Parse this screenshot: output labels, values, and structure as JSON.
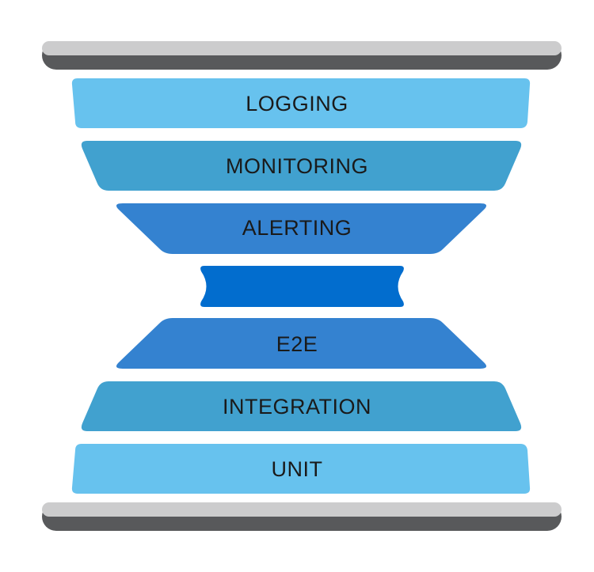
{
  "colors": {
    "bar_light": "#cccccd",
    "bar_dark": "#58595b",
    "tier_light": "#67c2ee",
    "tier_medium": "#41a1cf",
    "tier_dark": "#3482d0",
    "center": "#026dce",
    "text": "#1a1a1a"
  },
  "top_section": {
    "layers": [
      {
        "label": "LOGGING"
      },
      {
        "label": "MONITORING"
      },
      {
        "label": "ALERTING"
      }
    ]
  },
  "bottom_section": {
    "layers": [
      {
        "label": "E2E"
      },
      {
        "label": "INTEGRATION"
      },
      {
        "label": "UNIT"
      }
    ]
  }
}
